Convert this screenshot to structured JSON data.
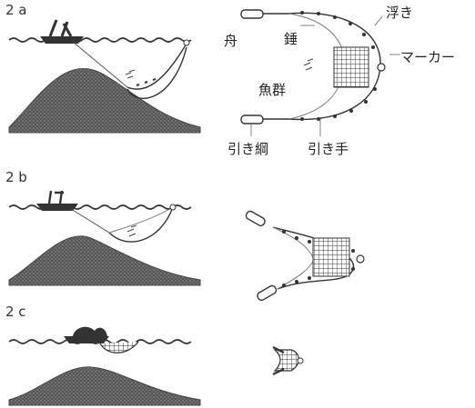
{
  "panels": [
    {
      "id": "2a",
      "label": "2 a"
    },
    {
      "id": "2b",
      "label": "2 b"
    },
    {
      "id": "2c",
      "label": "2 c"
    }
  ],
  "callouts": {
    "boat": "舟",
    "sinker": "錘",
    "float": "浮き",
    "marker": "マーカー",
    "fish_school": "魚群",
    "tow_rope": "引き綱",
    "hauling_line": "引き手"
  },
  "colors": {
    "ink": "#222222",
    "mound": "#666666",
    "water": "#444444"
  }
}
